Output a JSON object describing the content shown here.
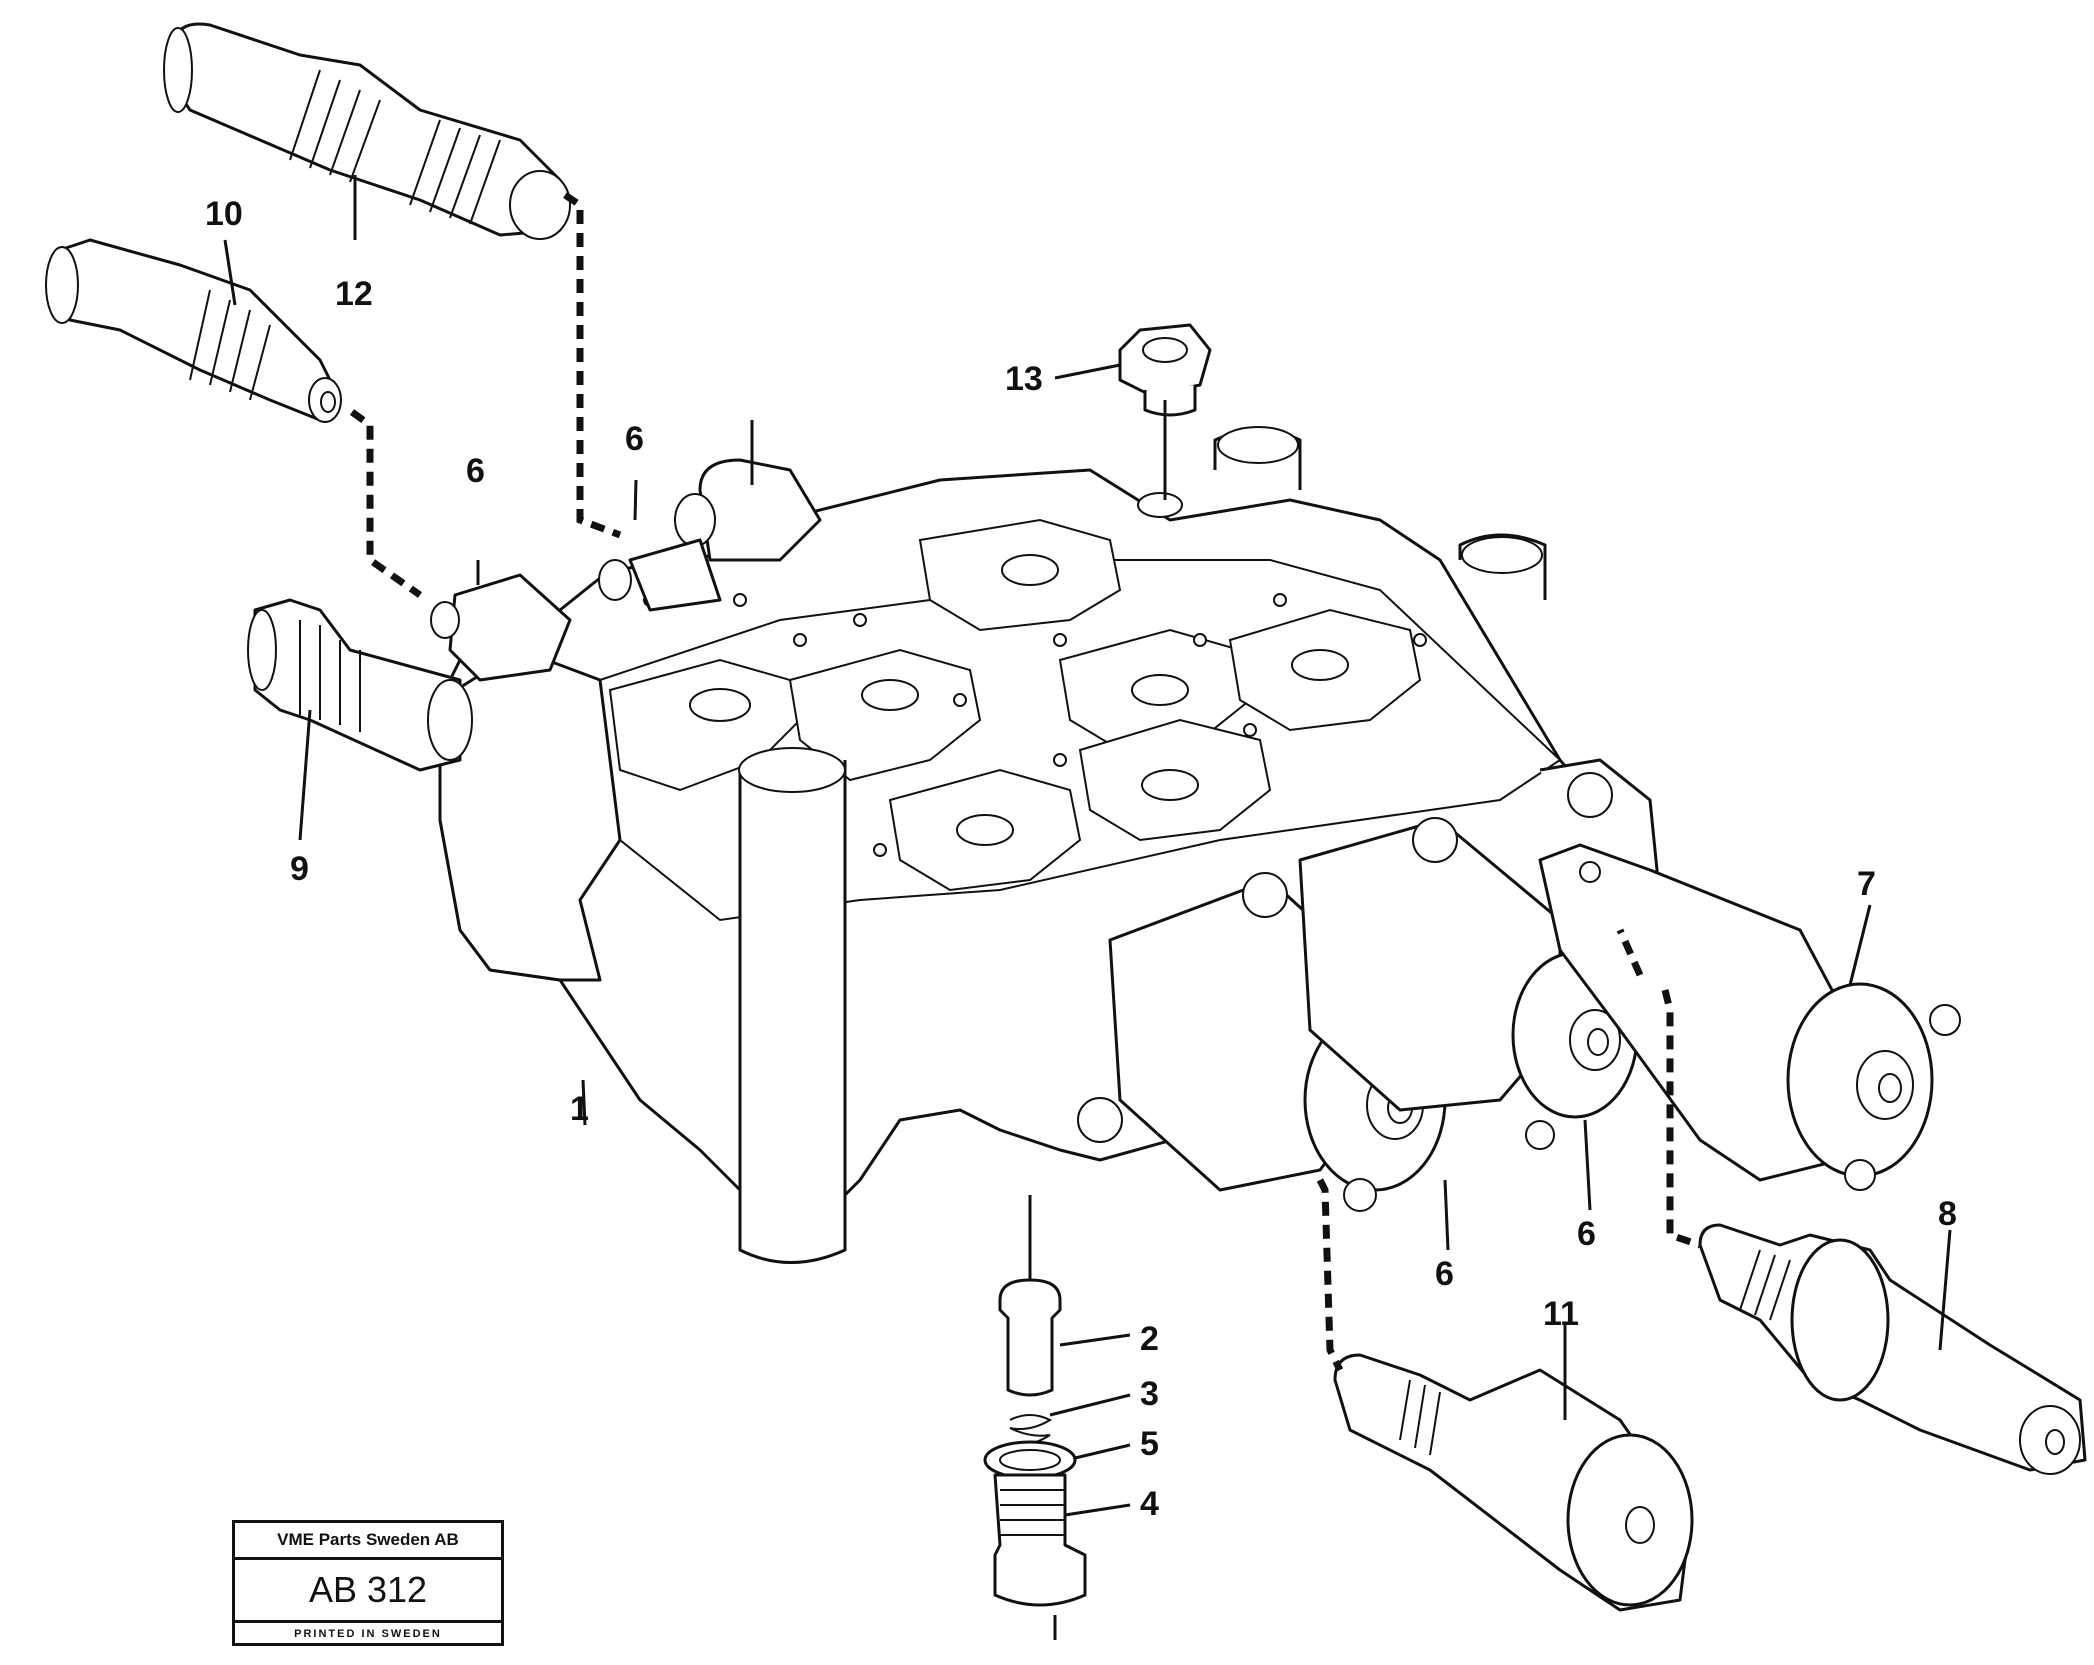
{
  "callouts": {
    "c1": "1",
    "c2": "2",
    "c3": "3",
    "c4": "4",
    "c5": "5",
    "c6a": "6",
    "c6b": "6",
    "c6c": "6",
    "c6d": "6",
    "c7": "7",
    "c8": "8",
    "c9": "9",
    "c10": "10",
    "c11": "11",
    "c12": "12",
    "c13": "13"
  },
  "stamp": {
    "company": "VME Parts Sweden AB",
    "code": "AB 312",
    "printed": "PRINTED IN SWEDEN"
  }
}
